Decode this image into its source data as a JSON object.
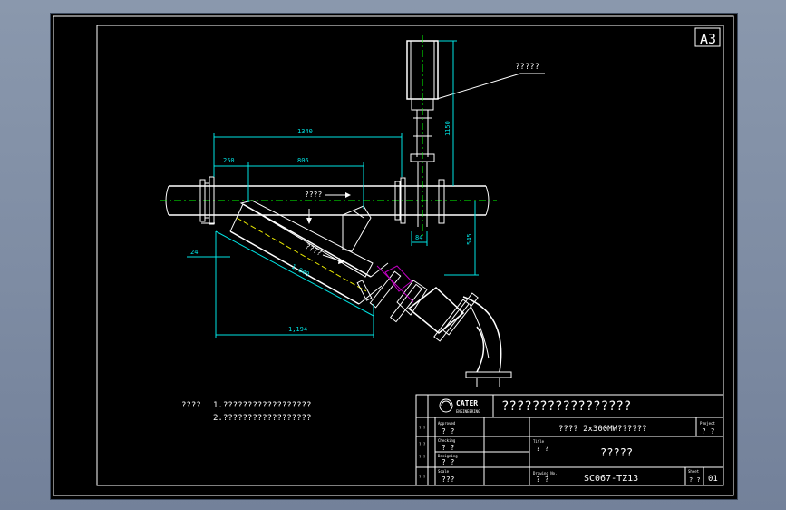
{
  "sheet": {
    "size": "A3"
  },
  "callout": {
    "label": "?????"
  },
  "dimensions": {
    "d1340": "1340",
    "d250": "250",
    "d806": "806",
    "d1150": "1150",
    "d24": "24",
    "d1040": "1,040",
    "d1194": "1,194",
    "d545": "545",
    "d84": "84"
  },
  "flow_labels": {
    "main_pipe": "????",
    "branch_pipe": "????"
  },
  "notes": {
    "heading": "????",
    "line1": "1.??????????????????",
    "line2": "2.??????????????????"
  },
  "title_block": {
    "logo_text": "CATER",
    "logo_sub": "ENGINEERING",
    "project_title": "?????????????????",
    "project": "????  2x300MW??????",
    "drawing_title": "?????",
    "drawing_no": "SC067-TZ13",
    "sheet_no": "01",
    "labels": {
      "approved": "Approved",
      "checking": "Checking",
      "designed": "Designing",
      "scale": "Scale",
      "title": "Title",
      "drawing_no": "Drawing No.",
      "sheet": "Sheet",
      "project_phase": "Project"
    },
    "values": {
      "approved": "? ?",
      "checking": "? ?",
      "designed": "? ?",
      "scale": "???",
      "title": "? ?",
      "drawing_no": "? ?",
      "sheet": "? ?",
      "phase": "? ?"
    },
    "side_labels": [
      "? ?",
      "? ?",
      "? ?",
      "? ?"
    ]
  }
}
